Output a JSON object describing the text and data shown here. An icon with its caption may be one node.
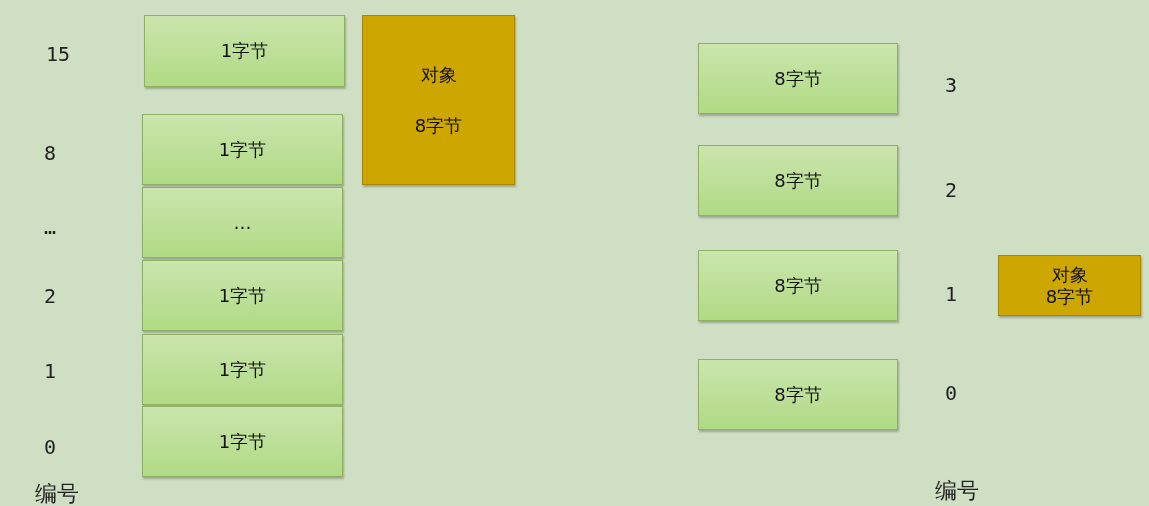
{
  "diagram": {
    "nodes": [
      {
        "text": [
          "1字节"
        ]
      },
      {
        "text": [
          "对象",
          "8字节"
        ]
      },
      {
        "text": [
          "1字节"
        ]
      },
      {
        "text": [
          "…"
        ]
      },
      {
        "text": [
          "1字节"
        ]
      },
      {
        "text": [
          "1字节"
        ]
      },
      {
        "text": [
          "1字节"
        ]
      },
      {
        "text": [
          "8字节"
        ]
      },
      {
        "text": [
          "8字节"
        ]
      },
      {
        "text": [
          "8字节"
        ]
      },
      {
        "text": [
          "对象",
          "8字节"
        ]
      },
      {
        "text": [
          "8字节"
        ]
      }
    ],
    "labels": [
      "15",
      "8",
      "…",
      "2",
      "1",
      "0",
      "编号",
      "3",
      "2",
      "1",
      "0",
      "编号"
    ]
  }
}
